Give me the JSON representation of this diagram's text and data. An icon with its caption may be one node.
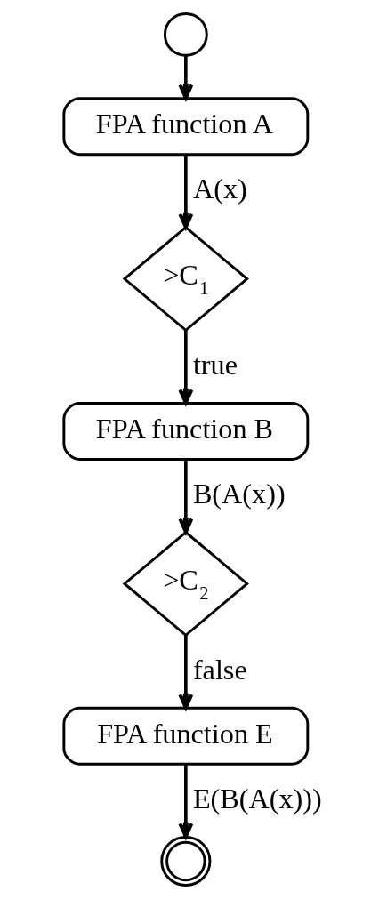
{
  "diagram": {
    "nodes": [
      {
        "text": [],
        "shape": "circle"
      },
      {
        "text": [
          "FPA function A"
        ]
      },
      {
        "text": [
          ">C$_{1}$"
        ]
      },
      {
        "text": [
          "FPA function B"
        ]
      },
      {
        "text": [
          ">C$_{2}$"
        ]
      },
      {
        "text": [
          "FPA function E"
        ]
      },
      {
        "text": [],
        "shape": "circle"
      }
    ],
    "edges": [
      {
        "from": 0,
        "to": 1,
        "arrow": "to"
      },
      {
        "from": 1,
        "to": 2,
        "arrow": "to",
        "label": "A(x)"
      },
      {
        "from": 2,
        "to": 3,
        "arrow": "to",
        "label": "true"
      },
      {
        "from": 3,
        "to": 4,
        "arrow": "to",
        "label": "B(A(x))"
      },
      {
        "from": 4,
        "to": 5,
        "arrow": "to",
        "label": "false"
      },
      {
        "from": 5,
        "to": 6,
        "arrow": "to",
        "label": "E(B(A(x)))"
      }
    ]
  }
}
